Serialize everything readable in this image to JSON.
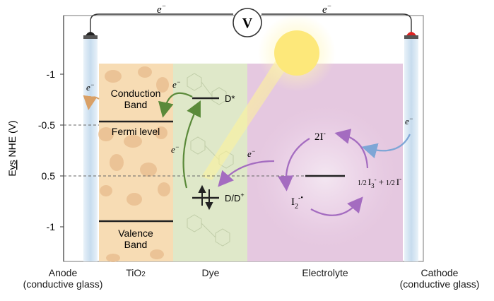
{
  "colors": {
    "tio2": "#f7dcb4",
    "dye": "#dfe8c9",
    "electrolyte": "#e5c8e0",
    "glass": "#cfe1f0",
    "axis": "#555555",
    "level_line": "#222222",
    "green_arrow": "#5b8a3a",
    "purple_arrow": "#a46cc0",
    "blue_arrow": "#7ea6d6",
    "orange_arrow": "#d9a066",
    "sun": "#fde87a"
  },
  "axis": {
    "label_main": "E",
    "label_underlined": "vs",
    "label_rest": " NHE (V)",
    "ticks": [
      "-1",
      "-0.5",
      "0.5",
      "-1"
    ]
  },
  "circuit": {
    "voltmeter": "V",
    "electron": "e",
    "electron_sup": "−"
  },
  "tio2": {
    "conduction_line1": "Conduction",
    "conduction_line2": "Band",
    "fermi": "Fermi level",
    "valence_line1": "Valence",
    "valence_line2": "Band"
  },
  "dye": {
    "excited": "D*",
    "ground": "D/D",
    "ground_sup": "+"
  },
  "electrolyte": {
    "top_species": "2I",
    "top_species_sup": "-",
    "left_species": "I",
    "left_species_sub": "2",
    "left_species_sup": "-•",
    "right_species_frac": "1/2",
    "right_species_a": "I",
    "right_species_a_sub": "3",
    "right_species_a_sup": "-",
    "right_species_plus": "+",
    "right_species_b": "I",
    "right_species_b_sup": "-"
  },
  "bottom_labels": {
    "anode": "Anode",
    "anode_sub": "(conductive glass)",
    "tio2_main": "TiO",
    "tio2_sub": "2",
    "dye": "Dye",
    "electrolyte": "Electrolyte",
    "cathode": "Cathode",
    "cathode_sub": "(conductive glass)"
  }
}
